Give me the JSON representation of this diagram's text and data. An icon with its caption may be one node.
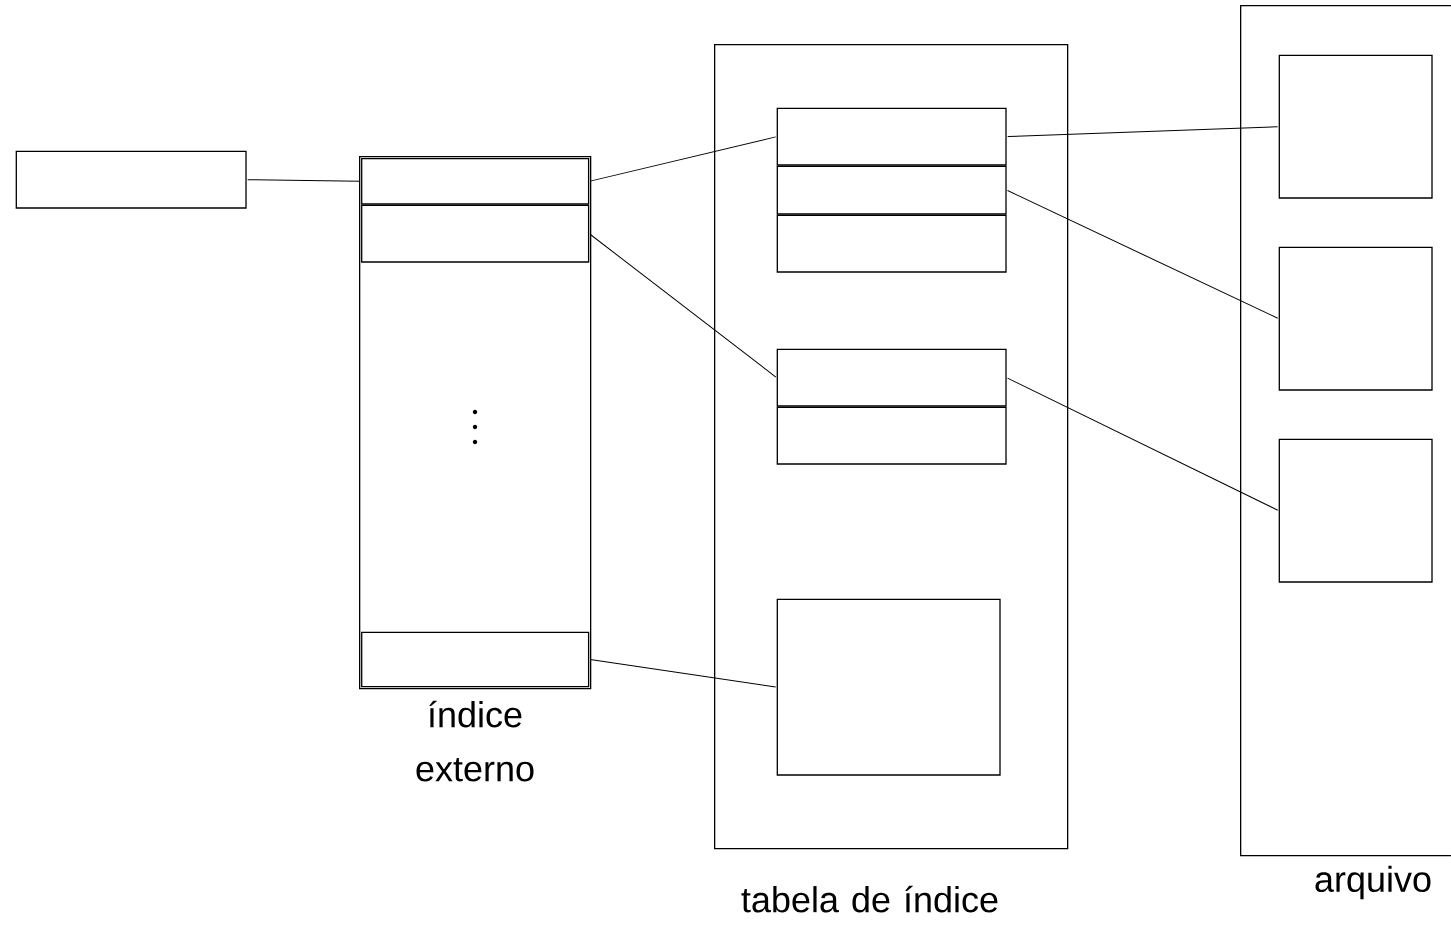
{
  "diagram": {
    "nodes": [
      {
        "text": [],
        "shape": "box"
      },
      {
        "text": [
          "índice externo"
        ]
      },
      {
        "text": [],
        "shape": "box",
        "in": 1
      },
      {
        "text": [],
        "shape": "box",
        "in": 1
      },
      {
        "text": [],
        "shape": "box",
        "in": 1
      },
      {
        "text": [
          "tabela de índice"
        ]
      },
      {
        "text": [],
        "shape": "box",
        "in": 5
      },
      {
        "text": [],
        "shape": "box",
        "in": 5
      },
      {
        "text": [],
        "shape": "box",
        "in": 5
      },
      {
        "text": [],
        "shape": "box",
        "in": 5
      },
      {
        "text": [],
        "shape": "box",
        "in": 5
      },
      {
        "text": [],
        "shape": "box",
        "in": 5
      },
      {
        "text": [
          "arquivo"
        ]
      },
      {
        "text": [],
        "shape": "box",
        "in": 12
      },
      {
        "text": [],
        "shape": "box",
        "in": 12
      },
      {
        "text": [],
        "shape": "box",
        "in": 12
      }
    ],
    "edges": [
      {
        "from": 0,
        "to": 2,
        "arrow": "none"
      },
      {
        "from": 2,
        "to": 6,
        "arrow": "none"
      },
      {
        "from": 3,
        "to": 9,
        "arrow": "none"
      },
      {
        "from": 4,
        "to": 11,
        "arrow": "none"
      },
      {
        "from": 6,
        "to": 13,
        "arrow": "none"
      },
      {
        "from": 7,
        "to": 14,
        "arrow": "none"
      },
      {
        "from": 9,
        "to": 15,
        "arrow": "none"
      }
    ]
  }
}
